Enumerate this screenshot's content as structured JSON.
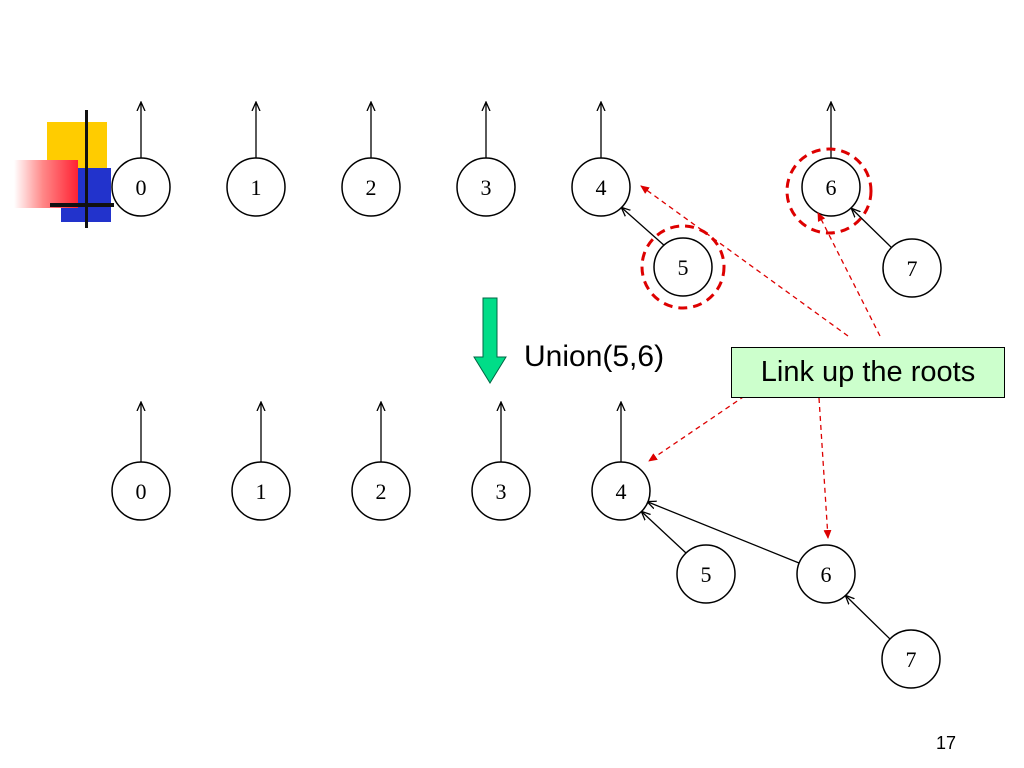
{
  "slide": {
    "page_number": "17",
    "operation_label": "Union(5,6)",
    "callout_text": "Link up the roots"
  },
  "colors": {
    "callout_bg": "#ccffcc",
    "highlight": "#dd0000",
    "down_arrow": "#00dd88",
    "deco_yellow": "#ffcc00",
    "deco_blue": "#2233cc",
    "deco_red": "#ff3344"
  },
  "before": {
    "nodes": [
      "0",
      "1",
      "2",
      "3",
      "4",
      "5",
      "6",
      "7"
    ],
    "roots": [
      "0",
      "1",
      "2",
      "3",
      "4",
      "6"
    ],
    "edges": [
      {
        "child": "5",
        "parent": "4"
      },
      {
        "child": "7",
        "parent": "6"
      }
    ],
    "highlighted": [
      "5",
      "6"
    ]
  },
  "after": {
    "nodes": [
      "0",
      "1",
      "2",
      "3",
      "4",
      "5",
      "6",
      "7"
    ],
    "roots": [
      "0",
      "1",
      "2",
      "3",
      "4"
    ],
    "edges": [
      {
        "child": "5",
        "parent": "4"
      },
      {
        "child": "6",
        "parent": "4"
      },
      {
        "child": "7",
        "parent": "6"
      }
    ]
  },
  "icons": {
    "down_arrow": "down-arrow-icon",
    "decoration": "colored-squares-logo"
  }
}
